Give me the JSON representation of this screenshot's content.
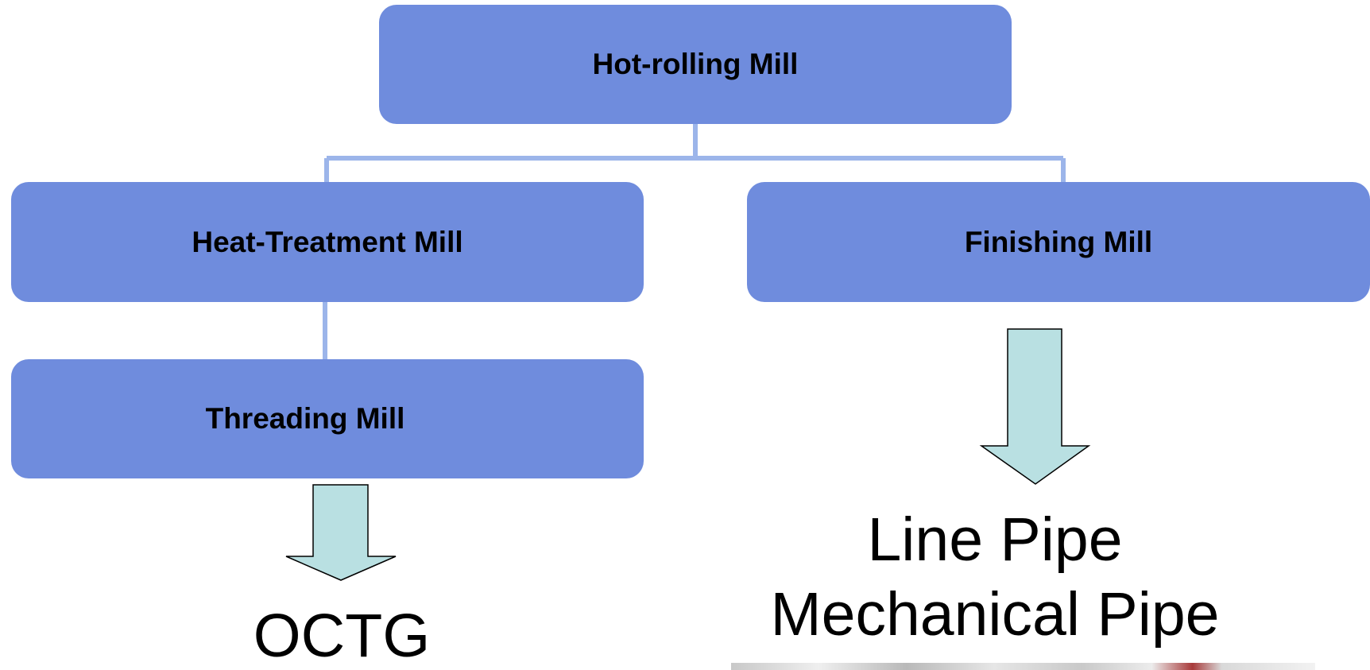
{
  "diagram": {
    "boxes": {
      "hot_rolling": "Hot-rolling Mill",
      "heat_treatment": "Heat-Treatment Mill",
      "finishing": "Finishing Mill",
      "threading": "Threading Mill"
    },
    "products": {
      "octg": "OCTG",
      "line_pipe": "Line Pipe",
      "mechanical_pipe": "Mechanical Pipe"
    },
    "colors": {
      "box_fill": "#6f8cdd",
      "connector": "#9cb5ea",
      "arrow_fill": "#b9e0e2",
      "arrow_stroke": "#000000"
    }
  }
}
